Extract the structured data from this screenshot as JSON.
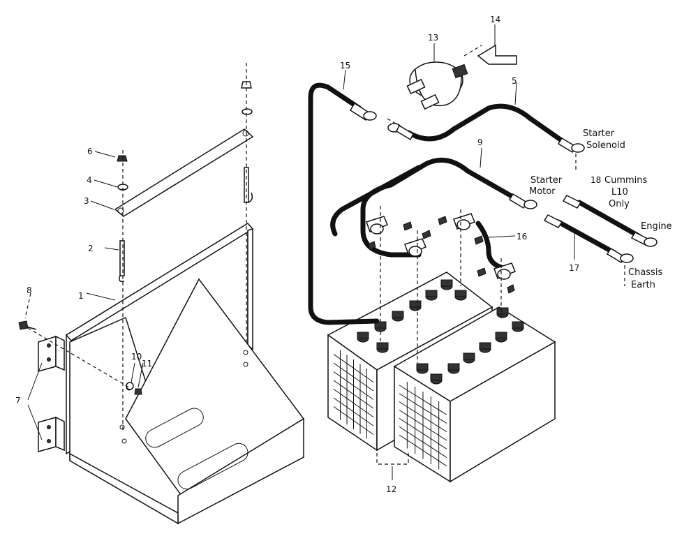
{
  "callouts": {
    "c1": "1",
    "c2": "2",
    "c3": "3",
    "c4": "4",
    "c5": "5",
    "c6": "6",
    "c7": "7",
    "c8": "8",
    "c9": "9",
    "c10": "10",
    "c11": "11",
    "c12": "12",
    "c13": "13",
    "c14": "14",
    "c15": "15",
    "c16": "16",
    "c17": "17",
    "c18": "18"
  },
  "notes": {
    "starter_solenoid_1": "Starter",
    "starter_solenoid_2": "Solenoid",
    "starter_motor_1": "Starter",
    "starter_motor_2": "Motor",
    "cummins_1": "Cummins",
    "cummins_2": "L10",
    "cummins_3": "Only",
    "engine": "Engine",
    "chassis_earth_1": "Chassis",
    "chassis_earth_2": "Earth"
  }
}
